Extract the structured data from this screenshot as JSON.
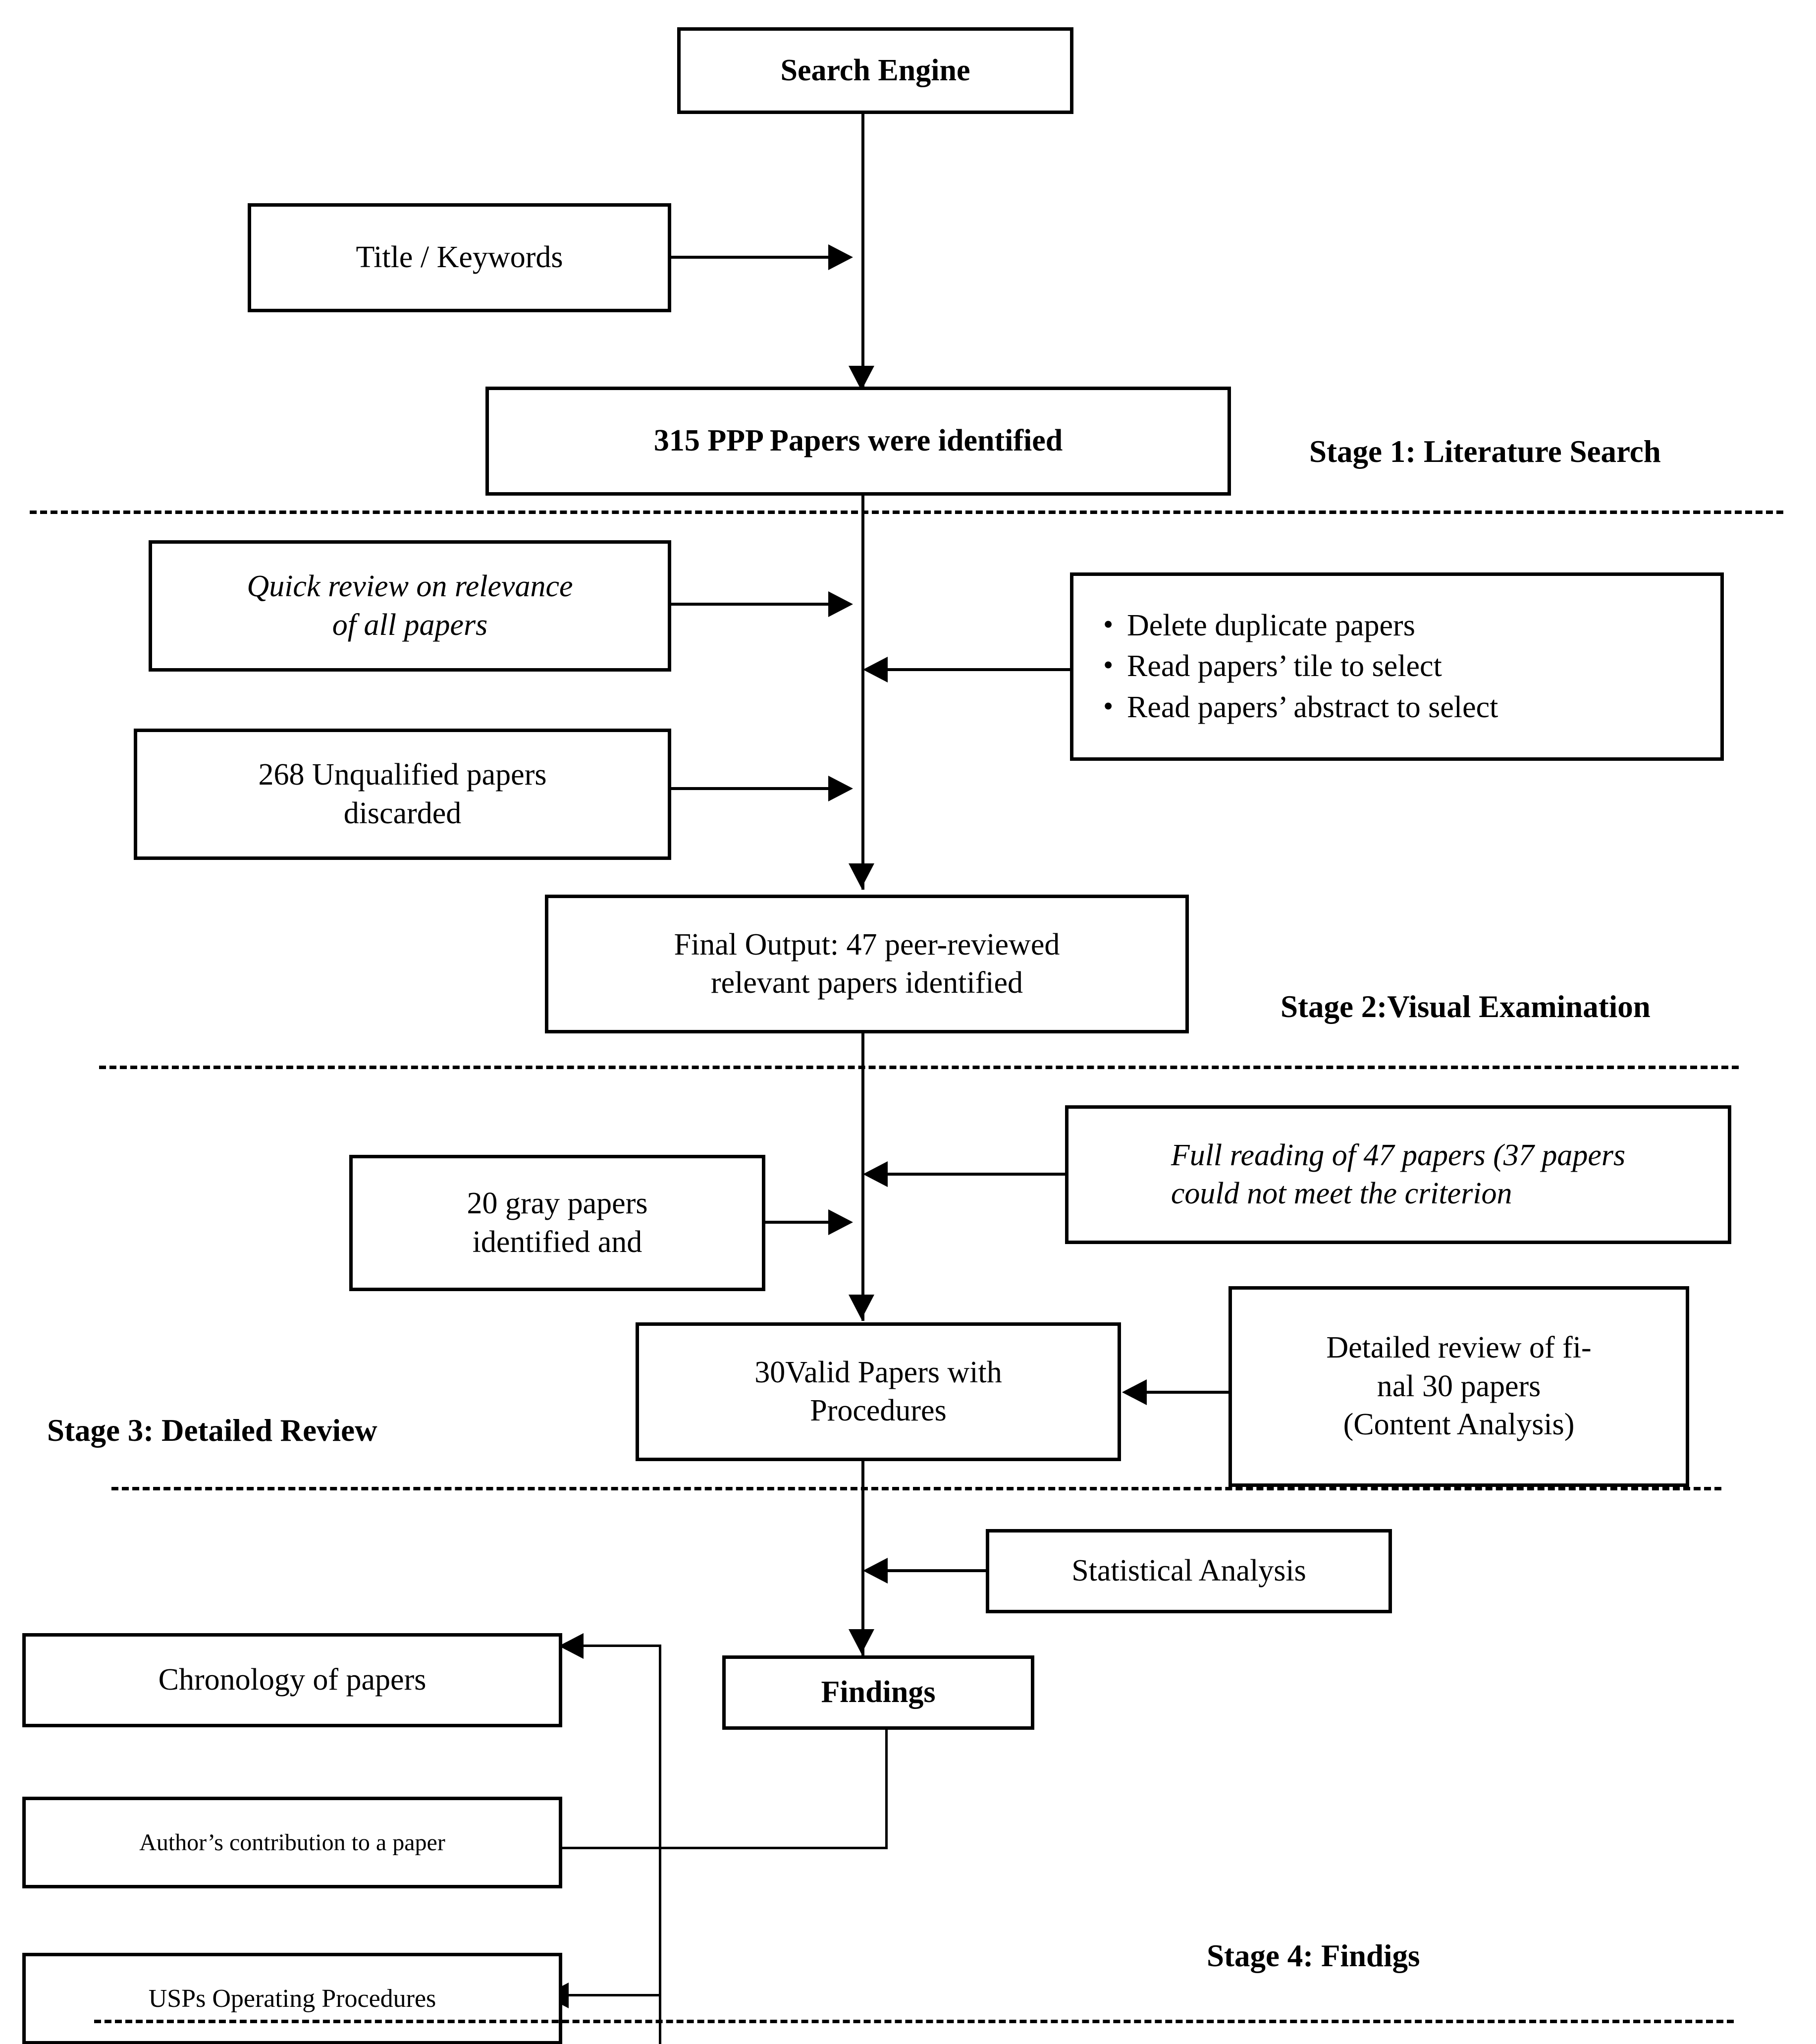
{
  "diagram": {
    "title": "Literature review methodology flowchart",
    "accent_color": "#000000",
    "background_color": "#ffffff"
  },
  "nodes": {
    "search_engine": "Search Engine",
    "title_keywords": "Title / Keywords",
    "papers_identified": "315 PPP Papers were identified",
    "quick_review": "Quick review on relevance\nof all papers",
    "screening_bullets": [
      "Delete duplicate papers",
      "Read papers’ tile to select",
      "Read papers’ abstract to select"
    ],
    "unqualified": "268 Unqualified papers\ndiscarded",
    "final_output": "Final Output: 47 peer-reviewed\nrelevant papers identified",
    "full_reading": "Full  reading  of 47  papers  (37  papers\ncould not meet the criterion",
    "gray_papers": "20 gray papers\nidentified and",
    "valid_papers": "30Valid Papers with\nProcedures",
    "detailed_review": "Detailed review of fi-\nnal 30 papers\n(Content Analysis)",
    "statistical_analysis": "Statistical Analysis",
    "findings": "Findings",
    "chronology": "Chronology of papers",
    "author_contribution": "Author’s contribution to a paper",
    "usps_procedures": "USPs Operating Procedures"
  },
  "stages": {
    "stage1": "Stage 1: Literature Search",
    "stage2": "Stage 2:Visual Examination",
    "stage3": "Stage 3: Detailed Review",
    "stage4": "Stage 4: Findigs"
  }
}
